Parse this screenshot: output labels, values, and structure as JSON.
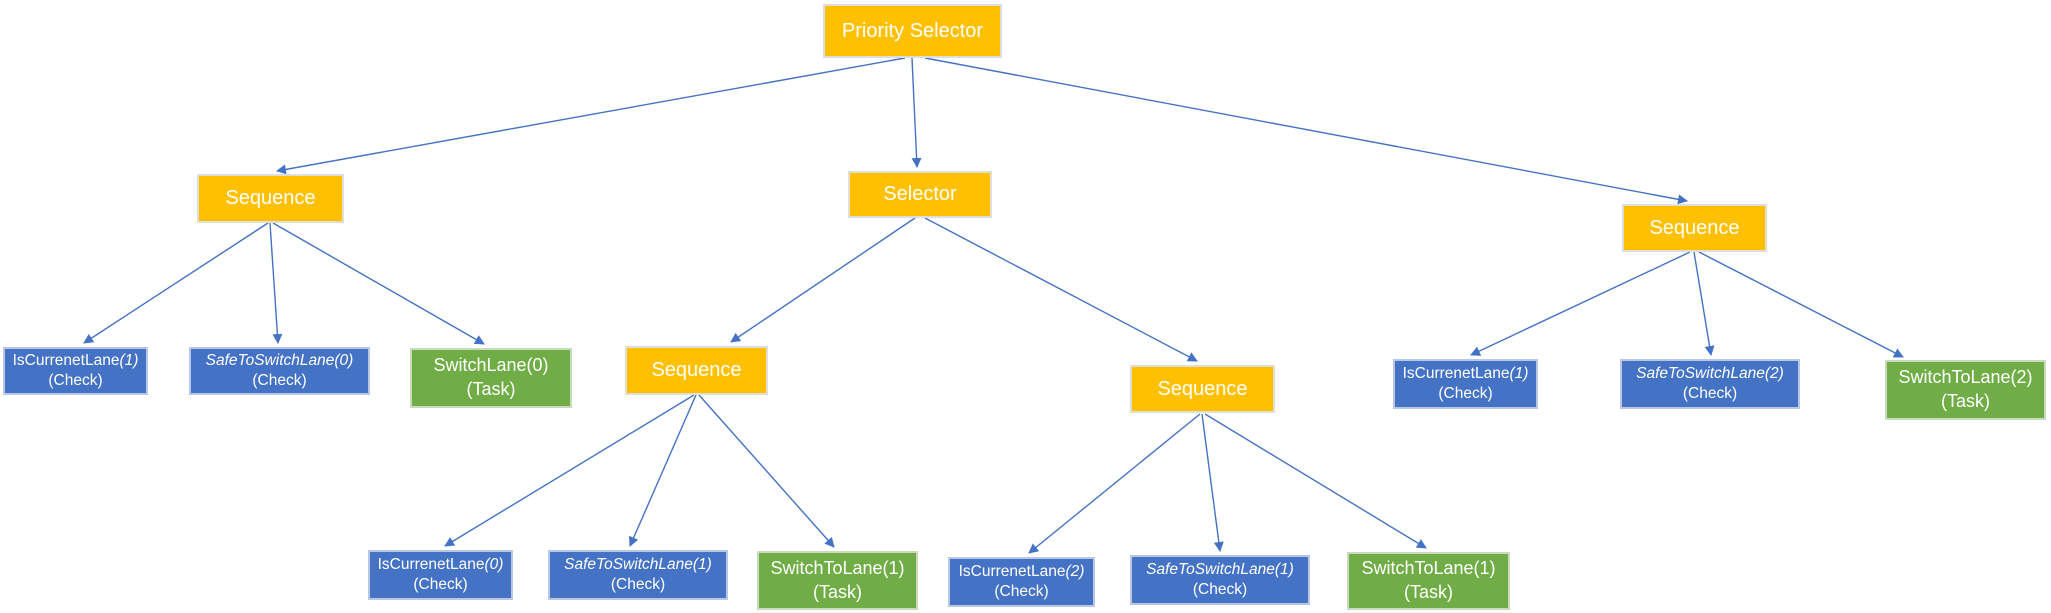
{
  "diagram": {
    "type": "behavior-tree",
    "colors": {
      "composite_fill": "#FFC000",
      "check_fill": "#4472C4",
      "task_fill": "#70AD47",
      "edge_color": "#4472C4",
      "node_text": "#FFFFFF"
    },
    "nodes": {
      "root": {
        "label": "Priority Selector"
      },
      "seq_left": {
        "label": "Sequence"
      },
      "selector_mid": {
        "label": "Selector"
      },
      "seq_right": {
        "label": "Sequence"
      },
      "seq_mid_left": {
        "label": "Sequence"
      },
      "seq_mid_right": {
        "label": "Sequence"
      },
      "check_l1": {
        "name": "IsCurrenetLane",
        "name_italic": "(1)",
        "kind": "(Check)"
      },
      "check_l2": {
        "name": "",
        "name_italic": "SafeToSwitchLane(0)",
        "kind": "(Check)"
      },
      "task_l": {
        "name": "SwitchLane(0)",
        "name_italic": "",
        "kind": "(Task)"
      },
      "check_ml1": {
        "name": "IsCurrenetLane",
        "name_italic": "(0)",
        "kind": "(Check)"
      },
      "check_ml2": {
        "name": "",
        "name_italic": "SafeToSwitchLane(1)",
        "kind": "(Check)"
      },
      "task_ml": {
        "name": "SwitchToLane(1)",
        "name_italic": "",
        "kind": "(Task)"
      },
      "check_mr1": {
        "name": "IsCurrenetLane",
        "name_italic": "(2)",
        "kind": "(Check)"
      },
      "check_mr2": {
        "name": "",
        "name_italic": "SafeToSwitchLane(1)",
        "kind": "(Check)"
      },
      "task_mr": {
        "name": "SwitchToLane(1)",
        "name_italic": "",
        "kind": "(Task)"
      },
      "check_r1": {
        "name": "IsCurrenetLane",
        "name_italic": "(1)",
        "kind": "(Check)"
      },
      "check_r2": {
        "name": "",
        "name_italic": "SafeToSwitchLane(2)",
        "kind": "(Check)"
      },
      "task_r": {
        "name": "SwitchToLane(2)",
        "name_italic": "",
        "kind": "(Task)"
      }
    },
    "edges": [
      [
        "root",
        "seq_left"
      ],
      [
        "root",
        "selector_mid"
      ],
      [
        "root",
        "seq_right"
      ],
      [
        "seq_left",
        "check_l1"
      ],
      [
        "seq_left",
        "check_l2"
      ],
      [
        "seq_left",
        "task_l"
      ],
      [
        "selector_mid",
        "seq_mid_left"
      ],
      [
        "selector_mid",
        "seq_mid_right"
      ],
      [
        "seq_mid_left",
        "check_ml1"
      ],
      [
        "seq_mid_left",
        "check_ml2"
      ],
      [
        "seq_mid_left",
        "task_ml"
      ],
      [
        "seq_mid_right",
        "check_mr1"
      ],
      [
        "seq_mid_right",
        "check_mr2"
      ],
      [
        "seq_mid_right",
        "task_mr"
      ],
      [
        "seq_right",
        "check_r1"
      ],
      [
        "seq_right",
        "check_r2"
      ],
      [
        "seq_right",
        "task_r"
      ]
    ]
  }
}
